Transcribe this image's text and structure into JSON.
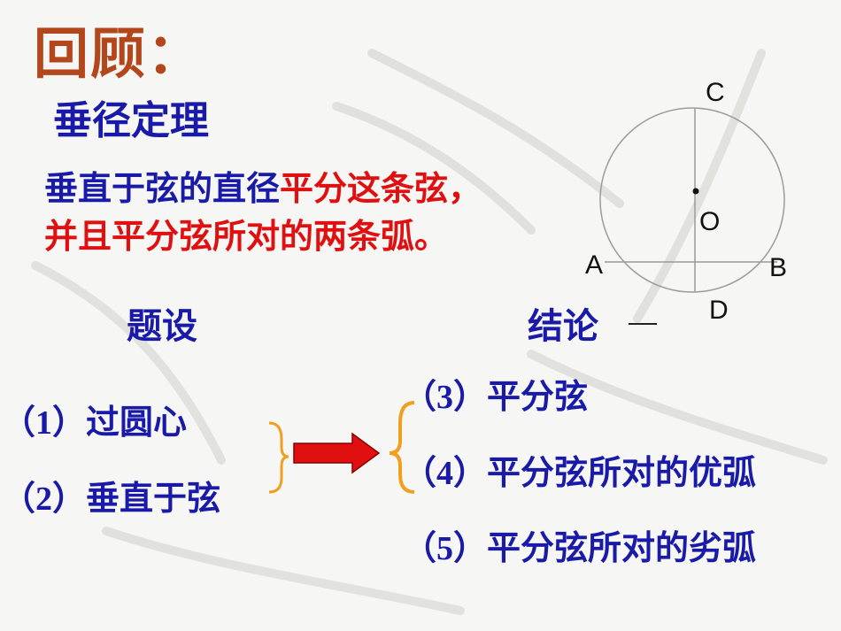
{
  "title": "回顾：",
  "subtitle": "垂径定理",
  "theorem": {
    "line1_part1": "垂直于弦的直径",
    "line1_part2": "平分这条弦，",
    "line2": "并且平分弦所对的两条弧。"
  },
  "diagram": {
    "points": {
      "c": "C",
      "o": "O",
      "a": "A",
      "b": "B",
      "d": "D"
    }
  },
  "premise": {
    "heading": "题设",
    "items": [
      {
        "num": "（1）",
        "text": "过圆心"
      },
      {
        "num": "（2）",
        "text": "垂直于弦"
      }
    ]
  },
  "conclusion": {
    "heading": "结论",
    "items": [
      {
        "num": "（3）",
        "text": "平分弦"
      },
      {
        "num": "（4）",
        "text": "平分弦所对的优弧"
      },
      {
        "num": "（5）",
        "text": "平分弦所对的劣弧"
      }
    ]
  },
  "colors": {
    "title": "#b4461c",
    "blue_text": "#1a1aa8",
    "red_text": "#e01010",
    "brace": "#f0a020",
    "arrow": "#e01010"
  }
}
